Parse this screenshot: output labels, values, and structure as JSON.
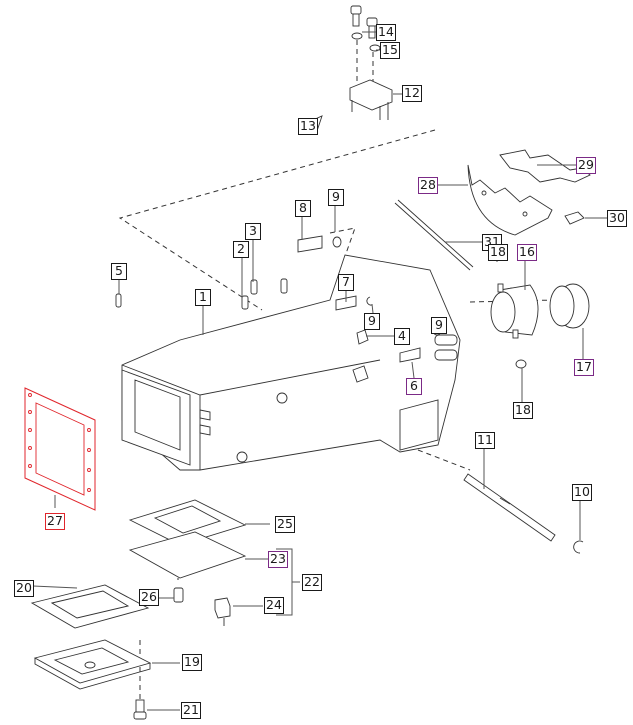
{
  "diagram": {
    "title": "Transmission case exploded parts diagram",
    "highlight_colors": {
      "default": "#1a1a1a",
      "purple": "#7b2a86",
      "red": "#e0262c"
    },
    "callouts": [
      {
        "id": "c14",
        "label": "14",
        "part": "bolt",
        "color": "default"
      },
      {
        "id": "c15",
        "label": "15",
        "part": "washer",
        "color": "default"
      },
      {
        "id": "c12",
        "label": "12",
        "part": "bracket",
        "color": "default"
      },
      {
        "id": "c13",
        "label": "13",
        "part": "wedge",
        "color": "default"
      },
      {
        "id": "c29",
        "label": "29",
        "part": "shim-plate",
        "color": "purple"
      },
      {
        "id": "c28",
        "label": "28",
        "part": "cover-plate",
        "color": "purple"
      },
      {
        "id": "c30",
        "label": "30",
        "part": "bolt",
        "color": "default"
      },
      {
        "id": "c8",
        "label": "8",
        "part": "bolt",
        "color": "default"
      },
      {
        "id": "c9a",
        "label": "9",
        "part": "washer",
        "color": "default"
      },
      {
        "id": "c3",
        "label": "3",
        "part": "spring",
        "color": "default"
      },
      {
        "id": "c2",
        "label": "2",
        "part": "pin",
        "color": "default"
      },
      {
        "id": "c31",
        "label": "31",
        "part": "rod",
        "color": "default"
      },
      {
        "id": "c18a",
        "label": "18",
        "part": "nipple",
        "color": "default"
      },
      {
        "id": "c16",
        "label": "16",
        "part": "release-bearing-sleeve",
        "color": "purple"
      },
      {
        "id": "c5",
        "label": "5",
        "part": "pin",
        "color": "default"
      },
      {
        "id": "c7",
        "label": "7",
        "part": "bolt",
        "color": "default"
      },
      {
        "id": "c1",
        "label": "1",
        "part": "transmission-case",
        "color": "default"
      },
      {
        "id": "c9b",
        "label": "9",
        "part": "washer",
        "color": "default"
      },
      {
        "id": "c9c",
        "label": "9",
        "part": "washer",
        "color": "default"
      },
      {
        "id": "c4",
        "label": "4",
        "part": "elbow-fitting",
        "color": "default"
      },
      {
        "id": "c17",
        "label": "17",
        "part": "bearing",
        "color": "purple"
      },
      {
        "id": "c6",
        "label": "6",
        "part": "bolt",
        "color": "purple"
      },
      {
        "id": "c18b",
        "label": "18",
        "part": "nipple",
        "color": "default"
      },
      {
        "id": "c11",
        "label": "11",
        "part": "shaft",
        "color": "default"
      },
      {
        "id": "c10",
        "label": "10",
        "part": "snap-ring",
        "color": "default"
      },
      {
        "id": "c27",
        "label": "27",
        "part": "gasket",
        "color": "red"
      },
      {
        "id": "c25",
        "label": "25",
        "part": "gasket",
        "color": "default"
      },
      {
        "id": "c23",
        "label": "23",
        "part": "plate",
        "color": "purple"
      },
      {
        "id": "c22",
        "label": "22",
        "part": "assembly",
        "color": "default"
      },
      {
        "id": "c20",
        "label": "20",
        "part": "gasket",
        "color": "default"
      },
      {
        "id": "c26",
        "label": "26",
        "part": "drain-plug",
        "color": "default"
      },
      {
        "id": "c24",
        "label": "24",
        "part": "breather",
        "color": "default"
      },
      {
        "id": "c19",
        "label": "19",
        "part": "bottom-cover",
        "color": "default"
      },
      {
        "id": "c21",
        "label": "21",
        "part": "bolt",
        "color": "default"
      }
    ]
  }
}
